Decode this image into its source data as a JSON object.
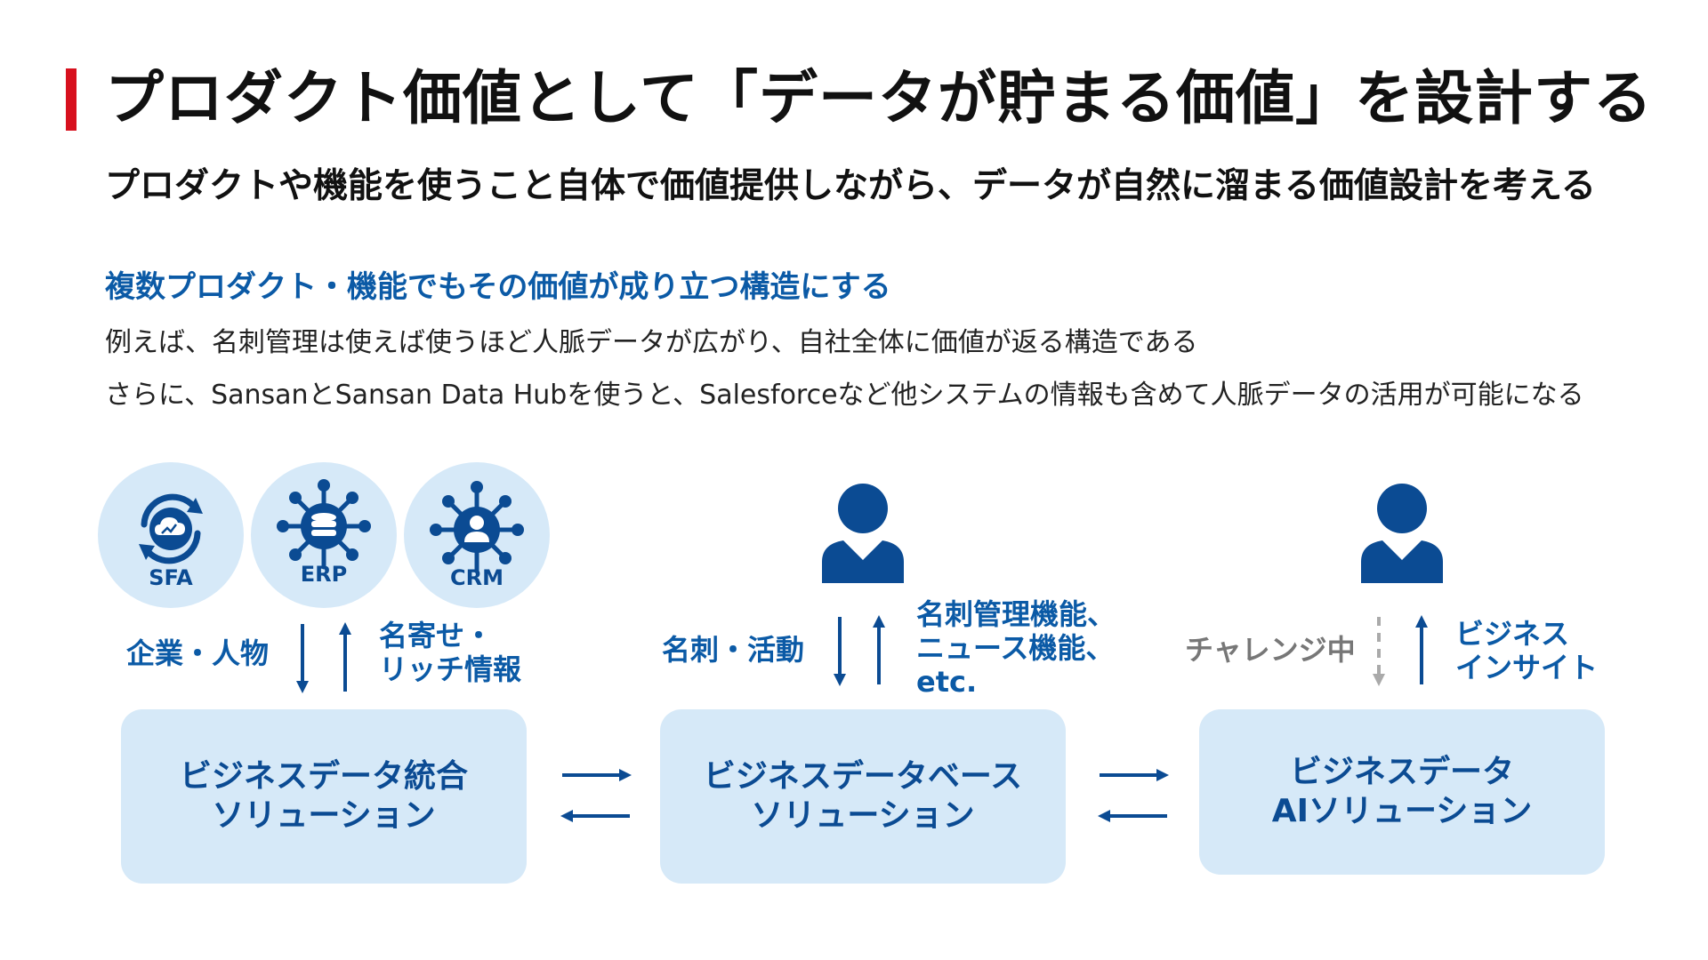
{
  "header": {
    "title": "プロダクト価値として「データが貯まる価値」を設計する",
    "subtitle": "プロダクトや機能を使うこと自体で価値提供しながら、データが自然に溜まる価値設計を考える"
  },
  "section": {
    "heading": "複数プロダクト・機能でもその価値が成り立つ構造にする",
    "lines": [
      "例えば、名刺管理は使えば使うほど人脈データが広がり、自社全体に価値が返る構造である",
      "さらに、SansanとSansan Data Hubを使うと、Salesforceなど他システムの情報も含めて人脈データの活用が可能になる"
    ]
  },
  "sources": [
    {
      "label": "SFA",
      "icon": "sfa-cloud-icon"
    },
    {
      "label": "ERP",
      "icon": "erp-database-icon"
    },
    {
      "label": "CRM",
      "icon": "crm-person-icon"
    }
  ],
  "flows": {
    "integration": {
      "down": "企業・人物",
      "up_line1": "名寄せ・",
      "up_line2": "リッチ情報"
    },
    "database": {
      "down": "名刺・活動",
      "up_line1": "名刺管理機能、",
      "up_line2": "ニュース機能、",
      "up_line3": "etc."
    },
    "ai": {
      "down": "チャレンジ中",
      "up_line1": "ビジネス",
      "up_line2": "インサイト"
    }
  },
  "solutions": [
    {
      "line1": "ビジネスデータ統合",
      "line2": "ソリューション"
    },
    {
      "line1": "ビジネスデータベース",
      "line2": "ソリューション"
    },
    {
      "line1": "ビジネスデータ",
      "line2": "AIソリューション"
    }
  ],
  "colors": {
    "accent": "#d7101e",
    "heading_blue": "#0b5aa6",
    "icon_navy": "#0b4b93",
    "box_fill": "#d6e9f8",
    "muted_gray": "#777777"
  }
}
